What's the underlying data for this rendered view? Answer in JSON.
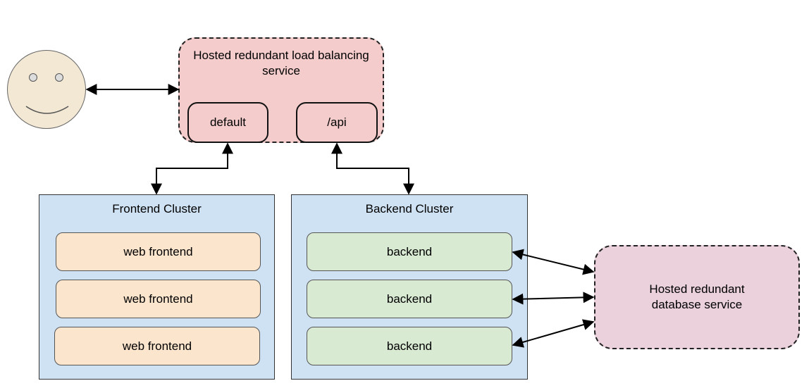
{
  "load_balancer": {
    "title": "Hosted redundant load balancing service",
    "default_label": "default",
    "api_label": "/api"
  },
  "frontend_cluster": {
    "title": "Frontend Cluster",
    "nodes": [
      "web frontend",
      "web frontend",
      "web frontend"
    ]
  },
  "backend_cluster": {
    "title": "Backend Cluster",
    "nodes": [
      "backend",
      "backend",
      "backend"
    ]
  },
  "database": {
    "title": "Hosted redundant database service"
  },
  "colors": {
    "load_balancer_fill": "#f4cccc",
    "cluster_fill": "#cfe2f3",
    "frontend_fill": "#fce5cd",
    "backend_fill": "#d9ead3",
    "database_fill": "#ead1dc",
    "user_fill": "#f2e8d4"
  }
}
